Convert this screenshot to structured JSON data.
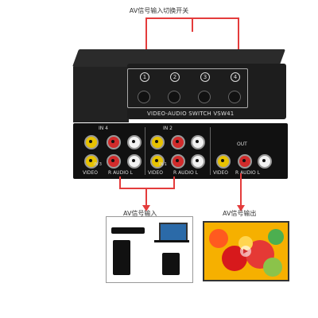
{
  "labels": {
    "top": "AV信号输入切换开关",
    "input_caption": "AV信号输入",
    "output_caption": "AV信号输出"
  },
  "switch": {
    "model": "VIDEO-AUDIO SWITCH VSW41",
    "buttons": [
      "1",
      "2",
      "3",
      "4"
    ]
  },
  "rear": {
    "in4": "IN   4",
    "in2": "IN   2",
    "in3": "IN   3",
    "in1": "IN   1",
    "out": "OUT",
    "video": "VIDEO",
    "raudio_l": "R  AUDIO  L"
  }
}
